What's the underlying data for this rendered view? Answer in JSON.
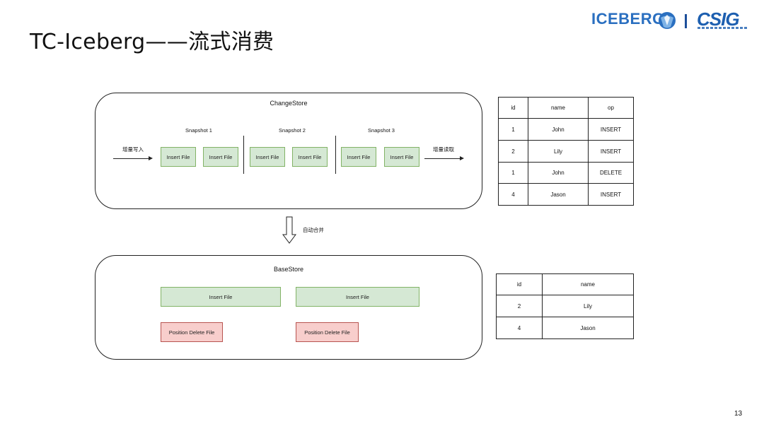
{
  "title": "TC-Iceberg——流式消费",
  "logos": {
    "iceberg_text": "ICEBERG",
    "csig_text": "CSIG",
    "brand_color": "#2a6fc0"
  },
  "change_store": {
    "label": "ChangeStore",
    "snapshots": [
      {
        "label": "Snapshot 1",
        "files": [
          "Insert File",
          "Insert File"
        ]
      },
      {
        "label": "Snapshot 2",
        "files": [
          "Insert File",
          "Insert File"
        ]
      },
      {
        "label": "Snapshot 3",
        "files": [
          "Insert File",
          "Insert File"
        ]
      }
    ],
    "input_label": "增量写入",
    "output_label": "增量读取"
  },
  "merge_label": "自动合并",
  "base_store": {
    "label": "BaseStore",
    "insert_files": [
      "Insert File",
      "Insert File"
    ],
    "delete_files": [
      "Position Delete File",
      "Position Delete File"
    ]
  },
  "change_table": {
    "headers": [
      "id",
      "name",
      "op"
    ],
    "rows": [
      [
        "1",
        "John",
        "INSERT"
      ],
      [
        "2",
        "Lily",
        "INSERT"
      ],
      [
        "1",
        "John",
        "DELETE"
      ],
      [
        "4",
        "Jason",
        "INSERT"
      ]
    ]
  },
  "base_table": {
    "headers": [
      "id",
      "name"
    ],
    "rows": [
      [
        "2",
        "Lily"
      ],
      [
        "4",
        "Jason"
      ]
    ]
  },
  "colors": {
    "insert_fill": "#d5e8d4",
    "insert_border": "#82b366",
    "delete_fill": "#f8cecc",
    "delete_border": "#b85450"
  },
  "page_number": "13"
}
